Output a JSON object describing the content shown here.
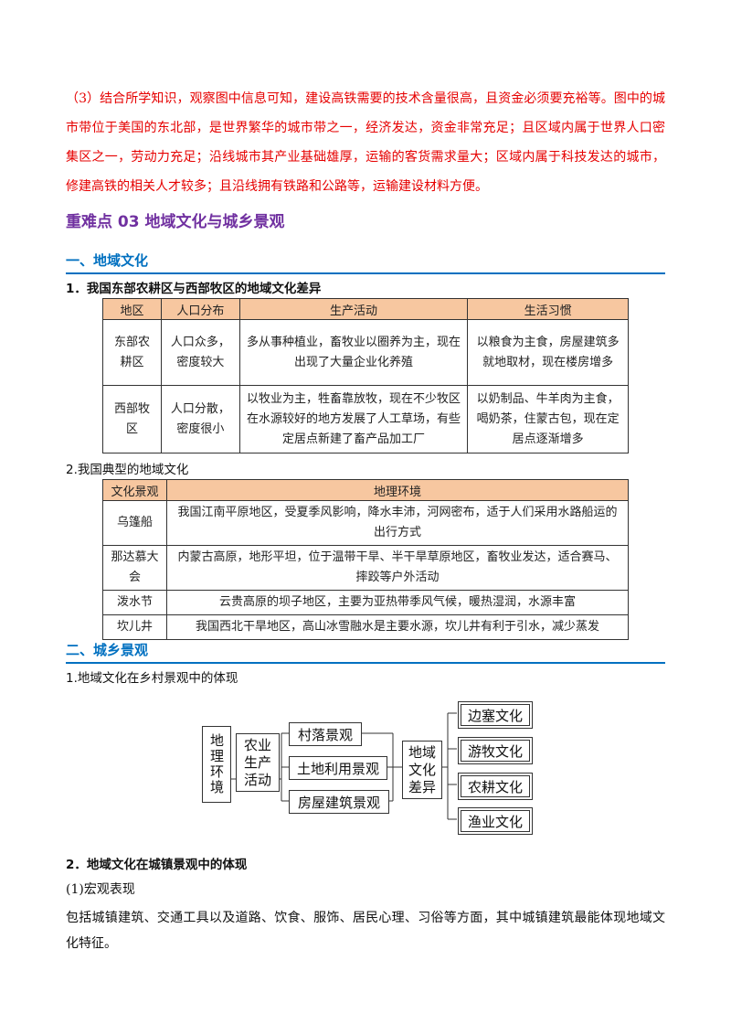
{
  "answer_para": "（3）结合所学知识，观察图中信息可知，建设高铁需要的技术含量很高，且资金必须要充裕等。图中的城市带位于美国的东北部，是世界繁华的城市带之一，经济发达，资金非常充足；且区域内属于世界人口密集区之一，劳动力充足；沿线城市其产业基础雄厚，运输的客货需求量大；区域内属于科技发达的城市，修建高铁的相关人才较多；且沿线拥有铁路和公路等，运输建设材料方便。",
  "key_point_title": "重难点 03  地域文化与城乡景观",
  "section1": {
    "title": "一、地域文化",
    "sub1": "1．我国东部农耕区与西部牧区的地域文化差异",
    "table1": {
      "headers": [
        "地区",
        "人口分布",
        "生产活动",
        "生活习惯"
      ],
      "rows": [
        [
          "东部农耕区",
          "人口众多，密度较大",
          "多从事种植业，畜牧业以圈养为主，现在出现了大量企业化养殖",
          "以粮食为主食，房屋建筑多就地取材，现在楼房增多"
        ],
        [
          "西部牧区",
          "人口分散，密度很小",
          "以牧业为主，牲畜靠放牧，现在不少牧区在水源较好的地方发展了人工草场，有些定居点新建了畜产品加工厂",
          "以奶制品、牛羊肉为主食，喝奶茶，住蒙古包，现在定居点逐渐增多"
        ]
      ]
    },
    "sub2": "2.我国典型的地域文化",
    "table2": {
      "headers": [
        "文化景观",
        "地理环境"
      ],
      "rows": [
        [
          "乌篷船",
          "我国江南平原地区，受夏季风影响，降水丰沛，河网密布，适于人们采用水路船运的出行方式"
        ],
        [
          "那达慕大会",
          "内蒙古高原，地形平坦，位于温带干旱、半干旱草原地区，畜牧业发达，适合赛马、摔跤等户外活动"
        ],
        [
          "泼水节",
          "云贵高原的坝子地区，主要为亚热带季风气候，暖热湿润，水源丰富"
        ],
        [
          "坎儿井",
          "我国西北干旱地区，高山冰雪融水是主要水源，坎儿井有利于引水，减少蒸发"
        ]
      ]
    }
  },
  "section2": {
    "title": "二、城乡景观",
    "sub1": "1.地域文化在乡村景观中的体现",
    "diagram": {
      "env": "地理环境",
      "agri": "农业生产活动",
      "landscapes": [
        "村落景观",
        "土地利用景观",
        "房屋建筑景观"
      ],
      "diff": "地域文化差异",
      "cultures": [
        "边塞文化",
        "游牧文化",
        "农耕文化",
        "渔业文化"
      ]
    },
    "sub2": "2．地域文化在城镇景观中的体现",
    "macro_label": "(1)宏观表现",
    "macro_text": "包括城镇建筑、交通工具以及道路、饮食、服饰、居民心理、习俗等方面，其中城镇建筑最能体现地域文化特征。"
  }
}
